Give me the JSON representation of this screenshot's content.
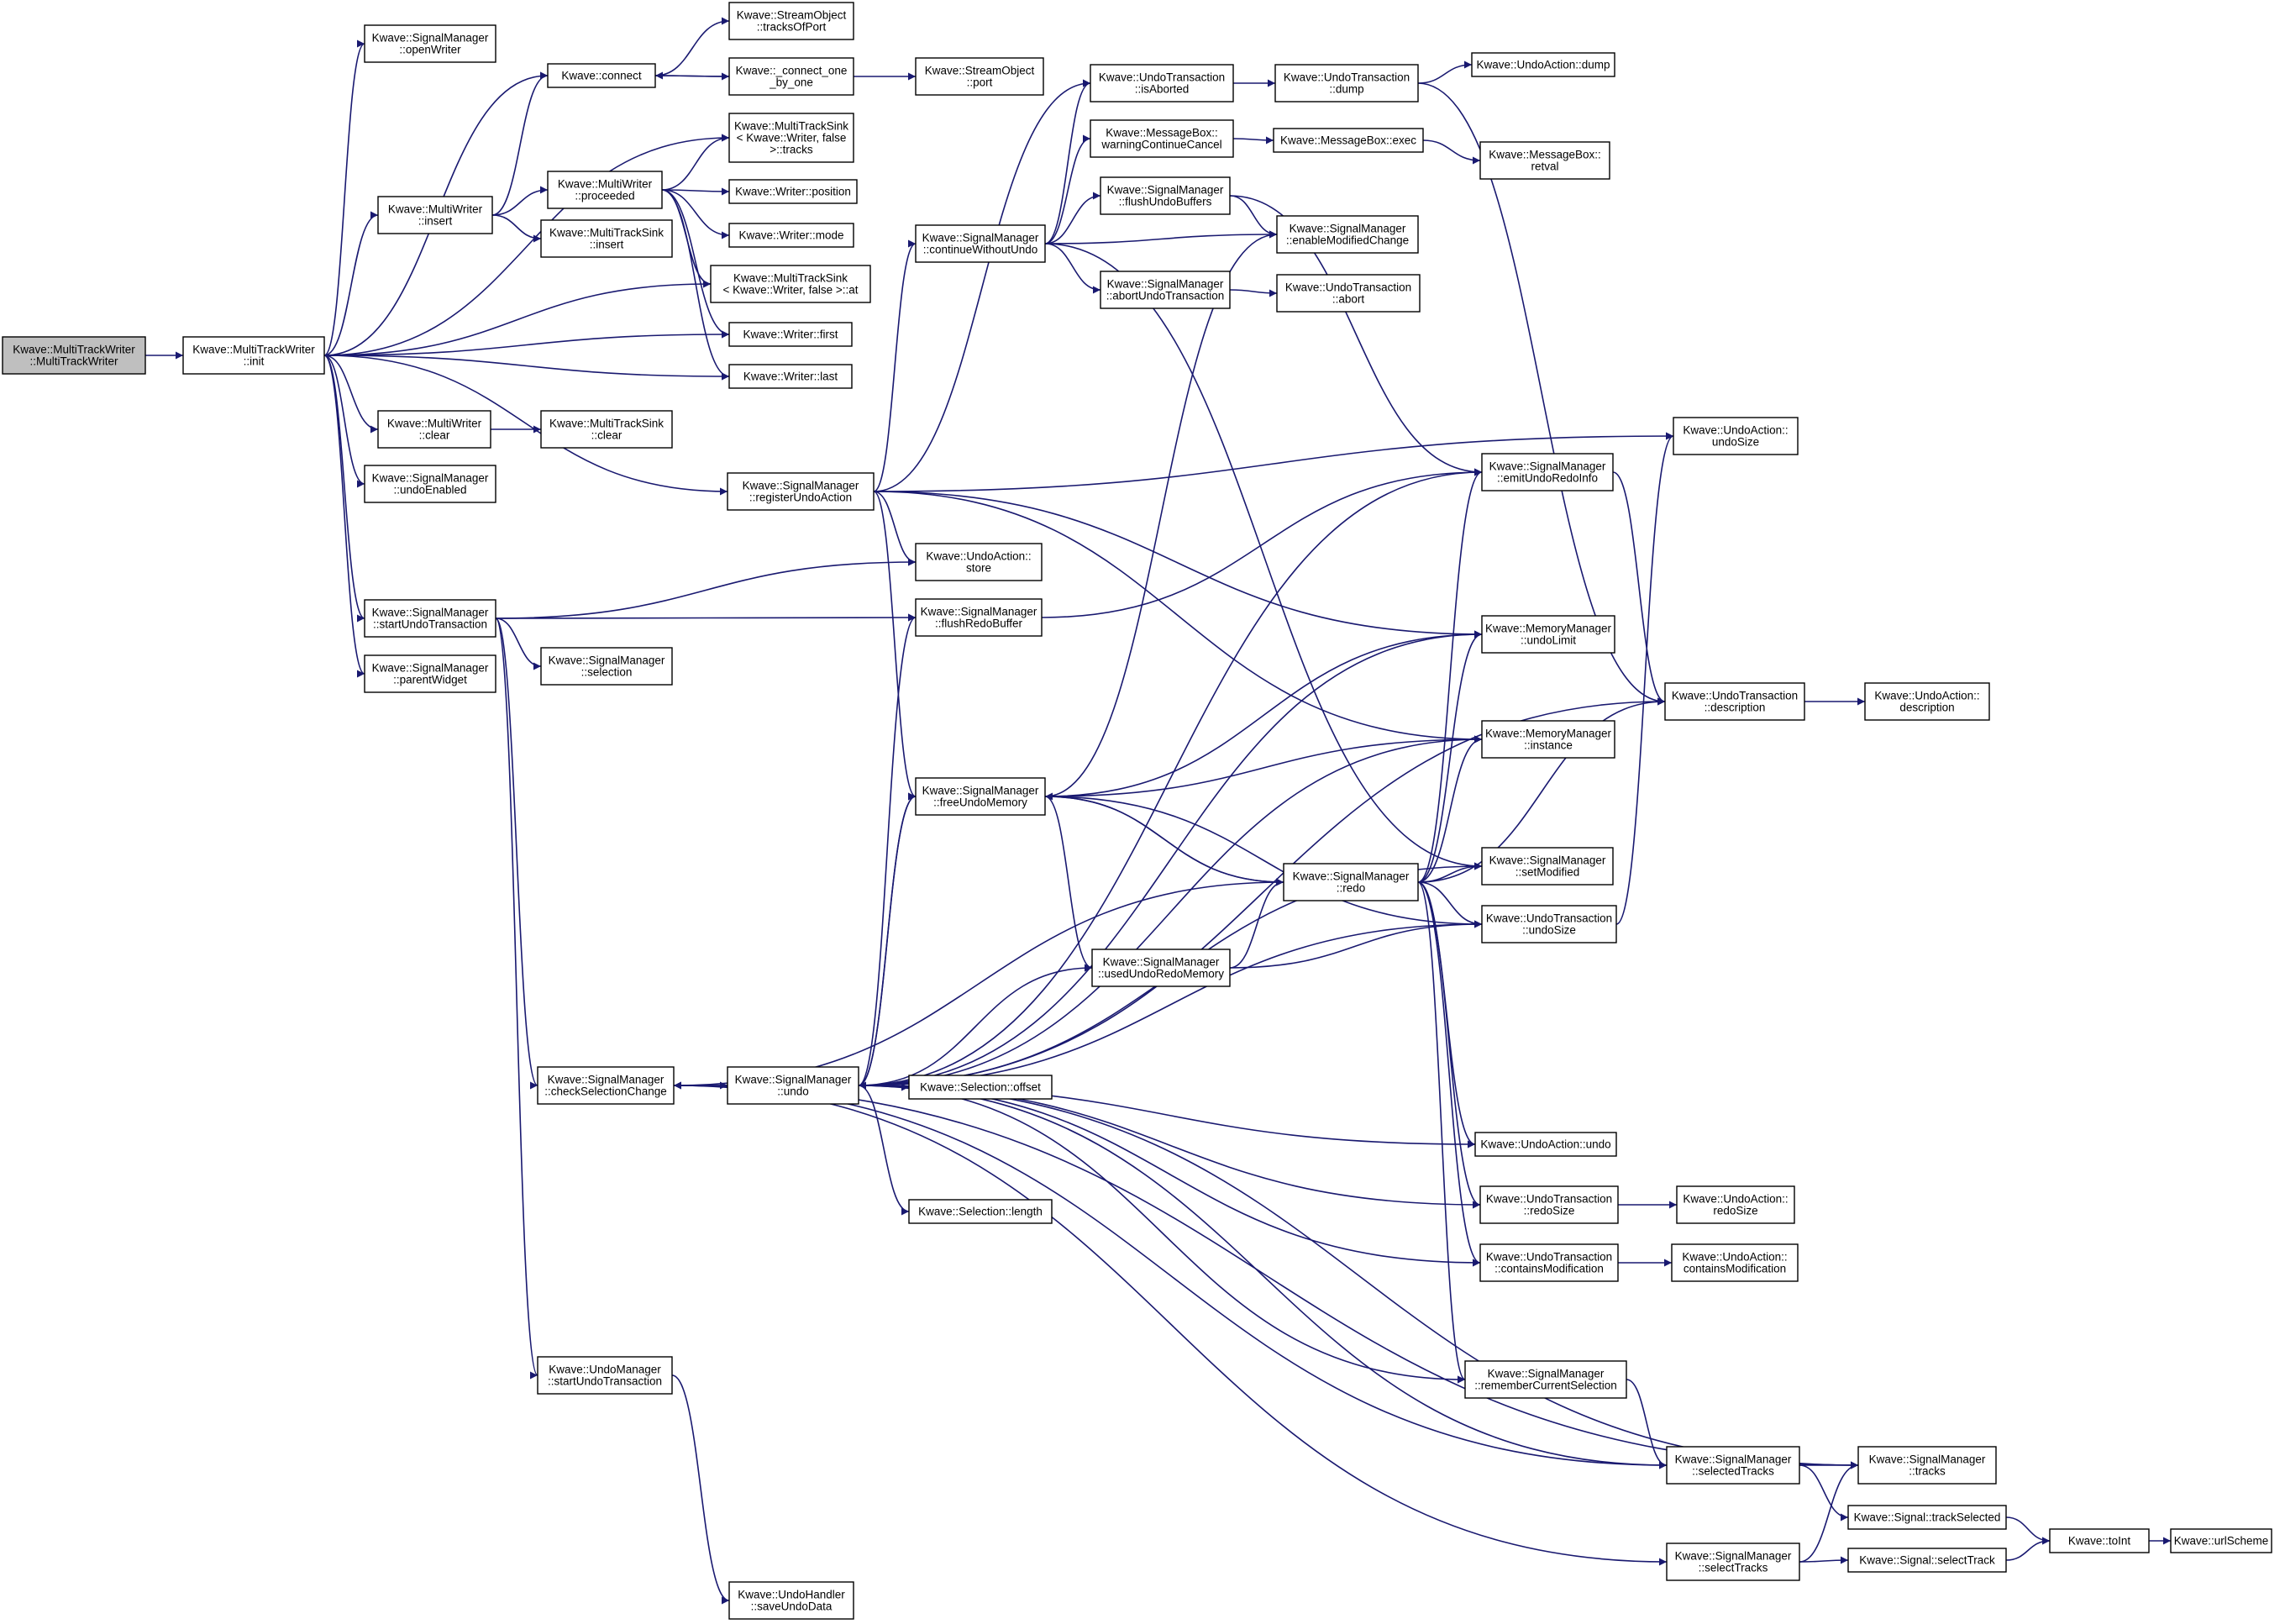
{
  "colors": {
    "edge": "#191970",
    "node_border": "#000000",
    "root_fill": "#bfbfbf",
    "node_fill": "#ffffff"
  },
  "nodes": {
    "n0": {
      "lines": [
        "Kwave::MultiTrackWriter",
        "::MultiTrackWriter"
      ],
      "root": true
    },
    "n1": {
      "lines": [
        "Kwave::MultiTrackWriter",
        "::init"
      ]
    },
    "n2": {
      "lines": [
        "Kwave::SignalManager",
        "::openWriter"
      ]
    },
    "n3": {
      "lines": [
        "Kwave::connect"
      ]
    },
    "n4": {
      "lines": [
        "Kwave::StreamObject",
        "::tracksOfPort"
      ]
    },
    "n5": {
      "lines": [
        "Kwave::_connect_one",
        "_by_one"
      ]
    },
    "n6": {
      "lines": [
        "Kwave::StreamObject",
        "::port"
      ]
    },
    "n7": {
      "lines": [
        "Kwave::MultiTrackSink",
        "< Kwave::Writer, false",
        ">::tracks"
      ]
    },
    "n8": {
      "lines": [
        "Kwave::MultiWriter",
        "::insert"
      ]
    },
    "n9": {
      "lines": [
        "Kwave::MultiWriter",
        "::proceeded"
      ]
    },
    "n10": {
      "lines": [
        "Kwave::Writer::position"
      ]
    },
    "n11": {
      "lines": [
        "Kwave::Writer::mode"
      ]
    },
    "n12": {
      "lines": [
        "Kwave::MultiTrackSink",
        "::insert"
      ]
    },
    "n13": {
      "lines": [
        "Kwave::MultiTrackSink",
        "< Kwave::Writer, false >::at"
      ]
    },
    "n14": {
      "lines": [
        "Kwave::Writer::first"
      ]
    },
    "n15": {
      "lines": [
        "Kwave::Writer::last"
      ]
    },
    "n16": {
      "lines": [
        "Kwave::MultiWriter",
        "::clear"
      ]
    },
    "n17": {
      "lines": [
        "Kwave::MultiTrackSink",
        "::clear"
      ]
    },
    "n18": {
      "lines": [
        "Kwave::SignalManager",
        "::undoEnabled"
      ]
    },
    "n19": {
      "lines": [
        "Kwave::SignalManager",
        "::registerUndoAction"
      ]
    },
    "n20": {
      "lines": [
        "Kwave::SignalManager",
        "::startUndoTransaction"
      ]
    },
    "n21": {
      "lines": [
        "Kwave::SignalManager",
        "::parentWidget"
      ]
    },
    "n22": {
      "lines": [
        "Kwave::SignalManager",
        "::selection"
      ]
    },
    "n23": {
      "lines": [
        "Kwave::UndoAction::",
        "store"
      ]
    },
    "n24": {
      "lines": [
        "Kwave::SignalManager",
        "::flushRedoBuffer"
      ]
    },
    "n25": {
      "lines": [
        "Kwave::SignalManager",
        "::freeUndoMemory"
      ]
    },
    "n26": {
      "lines": [
        "Kwave::SignalManager",
        "::continueWithoutUndo"
      ]
    },
    "n27": {
      "lines": [
        "Kwave::UndoTransaction",
        "::isAborted"
      ]
    },
    "n28": {
      "lines": [
        "Kwave::UndoTransaction",
        "::dump"
      ]
    },
    "n29": {
      "lines": [
        "Kwave::UndoAction::dump"
      ]
    },
    "n30": {
      "lines": [
        "Kwave::MessageBox::",
        "warningContinueCancel"
      ]
    },
    "n31": {
      "lines": [
        "Kwave::MessageBox::exec"
      ]
    },
    "n32": {
      "lines": [
        "Kwave::MessageBox::",
        "retval"
      ]
    },
    "n33": {
      "lines": [
        "Kwave::SignalManager",
        "::flushUndoBuffers"
      ]
    },
    "n34": {
      "lines": [
        "Kwave::SignalManager",
        "::enableModifiedChange"
      ]
    },
    "n35": {
      "lines": [
        "Kwave::SignalManager",
        "::abortUndoTransaction"
      ]
    },
    "n36": {
      "lines": [
        "Kwave::UndoTransaction",
        "::abort"
      ]
    },
    "n37": {
      "lines": [
        "Kwave::UndoAction::",
        "undoSize"
      ]
    },
    "n38": {
      "lines": [
        "Kwave::SignalManager",
        "::emitUndoRedoInfo"
      ]
    },
    "n39": {
      "lines": [
        "Kwave::MemoryManager",
        "::undoLimit"
      ]
    },
    "n40": {
      "lines": [
        "Kwave::UndoTransaction",
        "::description"
      ]
    },
    "n41": {
      "lines": [
        "Kwave::UndoAction::",
        "description"
      ]
    },
    "n42": {
      "lines": [
        "Kwave::MemoryManager",
        "::instance"
      ]
    },
    "n43": {
      "lines": [
        "Kwave::SignalManager",
        "::redo"
      ]
    },
    "n44": {
      "lines": [
        "Kwave::SignalManager",
        "::setModified"
      ]
    },
    "n45": {
      "lines": [
        "Kwave::UndoTransaction",
        "::undoSize"
      ]
    },
    "n46": {
      "lines": [
        "Kwave::SignalManager",
        "::usedUndoRedoMemory"
      ]
    },
    "n47": {
      "lines": [
        "Kwave::SignalManager",
        "::checkSelectionChange"
      ]
    },
    "n48": {
      "lines": [
        "Kwave::SignalManager",
        "::undo"
      ]
    },
    "n49": {
      "lines": [
        "Kwave::Selection::offset"
      ]
    },
    "n50": {
      "lines": [
        "Kwave::UndoAction::undo"
      ]
    },
    "n51": {
      "lines": [
        "Kwave::Selection::length"
      ]
    },
    "n52": {
      "lines": [
        "Kwave::UndoTransaction",
        "::redoSize"
      ]
    },
    "n53": {
      "lines": [
        "Kwave::UndoAction::",
        "redoSize"
      ]
    },
    "n54": {
      "lines": [
        "Kwave::UndoTransaction",
        "::containsModification"
      ]
    },
    "n55": {
      "lines": [
        "Kwave::UndoAction::",
        "containsModification"
      ]
    },
    "n56": {
      "lines": [
        "Kwave::UndoManager",
        "::startUndoTransaction"
      ]
    },
    "n57": {
      "lines": [
        "Kwave::SignalManager",
        "::rememberCurrentSelection"
      ]
    },
    "n58": {
      "lines": [
        "Kwave::SignalManager",
        "::selectedTracks"
      ]
    },
    "n59": {
      "lines": [
        "Kwave::SignalManager",
        "::tracks"
      ]
    },
    "n60": {
      "lines": [
        "Kwave::Signal::trackSelected"
      ]
    },
    "n61": {
      "lines": [
        "Kwave::SignalManager",
        "::selectTracks"
      ]
    },
    "n62": {
      "lines": [
        "Kwave::Signal::selectTrack"
      ]
    },
    "n63": {
      "lines": [
        "Kwave::toInt"
      ]
    },
    "n64": {
      "lines": [
        "Kwave::urlScheme"
      ]
    },
    "n65": {
      "lines": [
        "Kwave::UndoHandler",
        "::saveUndoData"
      ]
    }
  },
  "edges": [
    [
      "n0",
      "n1"
    ],
    [
      "n1",
      "n2"
    ],
    [
      "n1",
      "n3"
    ],
    [
      "n1",
      "n7"
    ],
    [
      "n1",
      "n8"
    ],
    [
      "n1",
      "n13"
    ],
    [
      "n1",
      "n14"
    ],
    [
      "n1",
      "n15"
    ],
    [
      "n1",
      "n16"
    ],
    [
      "n1",
      "n18"
    ],
    [
      "n1",
      "n19"
    ],
    [
      "n1",
      "n20"
    ],
    [
      "n1",
      "n21"
    ],
    [
      "n3",
      "n4"
    ],
    [
      "n3",
      "n5"
    ],
    [
      "n5",
      "n3"
    ],
    [
      "n5",
      "n6"
    ],
    [
      "n8",
      "n3"
    ],
    [
      "n8",
      "n9"
    ],
    [
      "n8",
      "n12"
    ],
    [
      "n9",
      "n7"
    ],
    [
      "n9",
      "n10"
    ],
    [
      "n9",
      "n11"
    ],
    [
      "n9",
      "n13"
    ],
    [
      "n9",
      "n14"
    ],
    [
      "n9",
      "n15"
    ],
    [
      "n16",
      "n17"
    ],
    [
      "n19",
      "n26"
    ],
    [
      "n19",
      "n27"
    ],
    [
      "n19",
      "n37"
    ],
    [
      "n19",
      "n39"
    ],
    [
      "n19",
      "n23"
    ],
    [
      "n19",
      "n25"
    ],
    [
      "n19",
      "n42"
    ],
    [
      "n20",
      "n23"
    ],
    [
      "n20",
      "n24"
    ],
    [
      "n20",
      "n22"
    ],
    [
      "n20",
      "n47"
    ],
    [
      "n20",
      "n56"
    ],
    [
      "n26",
      "n27"
    ],
    [
      "n26",
      "n30"
    ],
    [
      "n26",
      "n33"
    ],
    [
      "n26",
      "n34"
    ],
    [
      "n26",
      "n35"
    ],
    [
      "n26",
      "n44"
    ],
    [
      "n27",
      "n28"
    ],
    [
      "n28",
      "n29"
    ],
    [
      "n28",
      "n40"
    ],
    [
      "n30",
      "n31"
    ],
    [
      "n31",
      "n32"
    ],
    [
      "n33",
      "n34"
    ],
    [
      "n33",
      "n38"
    ],
    [
      "n35",
      "n36"
    ],
    [
      "n24",
      "n38"
    ],
    [
      "n38",
      "n40"
    ],
    [
      "n40",
      "n41"
    ],
    [
      "n25",
      "n34"
    ],
    [
      "n25",
      "n39"
    ],
    [
      "n25",
      "n42"
    ],
    [
      "n25",
      "n43"
    ],
    [
      "n25",
      "n45"
    ],
    [
      "n25",
      "n46"
    ],
    [
      "n25",
      "n48"
    ],
    [
      "n43",
      "n25"
    ],
    [
      "n43",
      "n38"
    ],
    [
      "n43",
      "n39"
    ],
    [
      "n43",
      "n40"
    ],
    [
      "n43",
      "n42"
    ],
    [
      "n43",
      "n44"
    ],
    [
      "n43",
      "n45"
    ],
    [
      "n43",
      "n47"
    ],
    [
      "n43",
      "n50"
    ],
    [
      "n43",
      "n52"
    ],
    [
      "n43",
      "n54"
    ],
    [
      "n43",
      "n57"
    ],
    [
      "n46",
      "n43"
    ],
    [
      "n46",
      "n45"
    ],
    [
      "n45",
      "n37"
    ],
    [
      "n47",
      "n48"
    ],
    [
      "n47",
      "n58"
    ],
    [
      "n47",
      "n59"
    ],
    [
      "n47",
      "n61"
    ],
    [
      "n48",
      "n47"
    ],
    [
      "n48",
      "n24"
    ],
    [
      "n48",
      "n25"
    ],
    [
      "n48",
      "n39"
    ],
    [
      "n48",
      "n38"
    ],
    [
      "n48",
      "n42"
    ],
    [
      "n48",
      "n44"
    ],
    [
      "n48",
      "n45"
    ],
    [
      "n48",
      "n40"
    ],
    [
      "n48",
      "n46"
    ],
    [
      "n48",
      "n49"
    ],
    [
      "n48",
      "n50"
    ],
    [
      "n48",
      "n51"
    ],
    [
      "n48",
      "n52"
    ],
    [
      "n48",
      "n54"
    ],
    [
      "n48",
      "n57"
    ],
    [
      "n48",
      "n58"
    ],
    [
      "n48",
      "n59"
    ],
    [
      "n52",
      "n53"
    ],
    [
      "n54",
      "n55"
    ],
    [
      "n56",
      "n65"
    ],
    [
      "n57",
      "n58"
    ],
    [
      "n58",
      "n59"
    ],
    [
      "n58",
      "n60"
    ],
    [
      "n61",
      "n59"
    ],
    [
      "n61",
      "n62"
    ],
    [
      "n60",
      "n63"
    ],
    [
      "n62",
      "n63"
    ],
    [
      "n63",
      "n64"
    ]
  ]
}
